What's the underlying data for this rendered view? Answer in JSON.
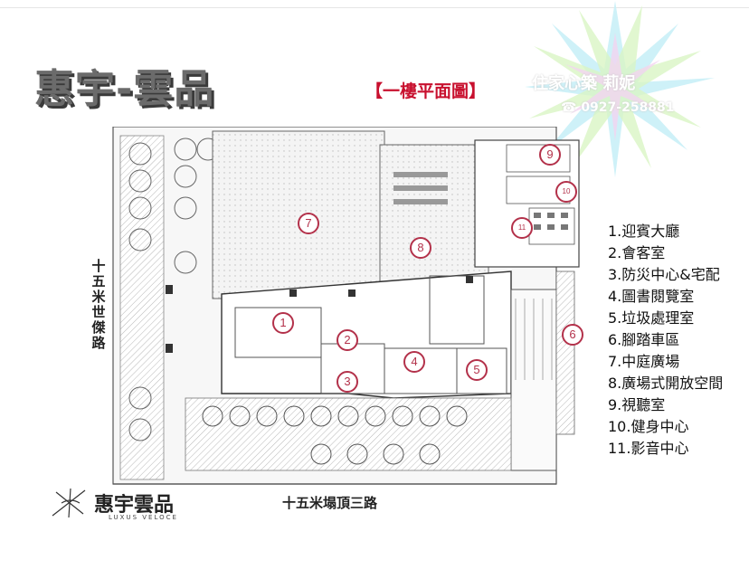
{
  "header": {
    "title": "惠宇-雲品",
    "subtitle": "【一樓平面圖】",
    "agent": "住家心築 莉妮",
    "phone": "0927-258881"
  },
  "roads": {
    "left": "十五米世傑路",
    "bottom": "十五米塌頂三路"
  },
  "markers": [
    "1",
    "2",
    "3",
    "4",
    "5",
    "6",
    "7",
    "8",
    "9",
    "10",
    "11"
  ],
  "legend": [
    "1.迎賓大廳",
    "2.會客室",
    "3.防災中心&宅配",
    "4.圖書閱覽室",
    "5.垃圾處理室",
    "6.腳踏車區",
    "7.中庭廣場",
    "8.廣場式開放空間",
    "9.視聽室",
    "10.健身中心",
    "11.影音中心"
  ],
  "logo": {
    "text": "惠宇雲品",
    "sub": "LUXUS VELOCE"
  },
  "colors": {
    "marker": "#b3314a",
    "subtitle": "#c8102e",
    "title": "#6b6b6b"
  }
}
